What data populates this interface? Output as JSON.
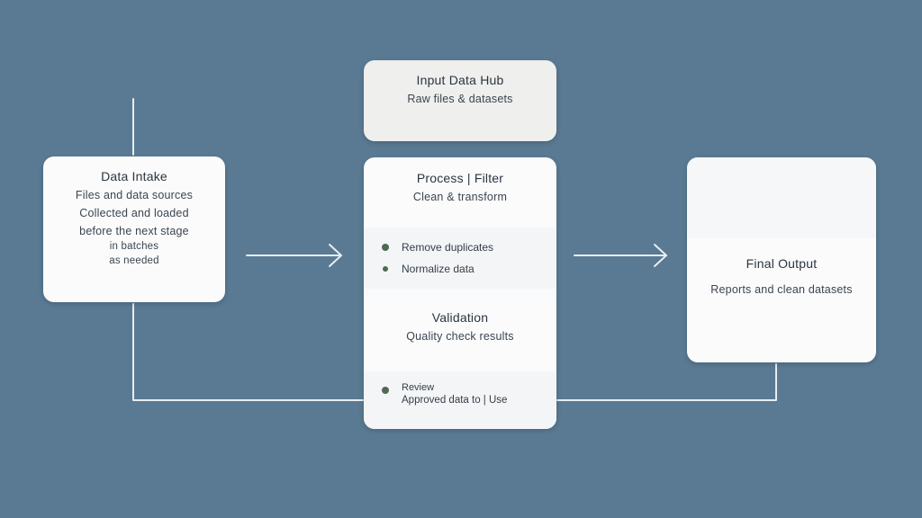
{
  "colors": {
    "background": "#5a7a93",
    "card": "#fbfbfc",
    "connector": "#e6edf2",
    "bullet": "#4e6a52"
  },
  "top_note": {
    "title": "Input Data Hub",
    "subtitle": "Raw files & datasets"
  },
  "left_card": {
    "title": "Data Intake",
    "lines": [
      "Files and data sources",
      "Collected and loaded",
      "before the next stage",
      "in batches",
      "as needed"
    ]
  },
  "center_card": {
    "title": "Process | Filter",
    "subtitle": "Clean & transform",
    "bullets": [
      "Remove duplicates",
      "Normalize data"
    ],
    "section_title": "Validation",
    "section_subtitle": "Quality check results",
    "bottom_items": [
      "Review",
      "Approved data to"
    ],
    "bottom_trailing": "| Use"
  },
  "right_card": {
    "title": "Final Output",
    "subtitle": "Reports and clean datasets"
  }
}
